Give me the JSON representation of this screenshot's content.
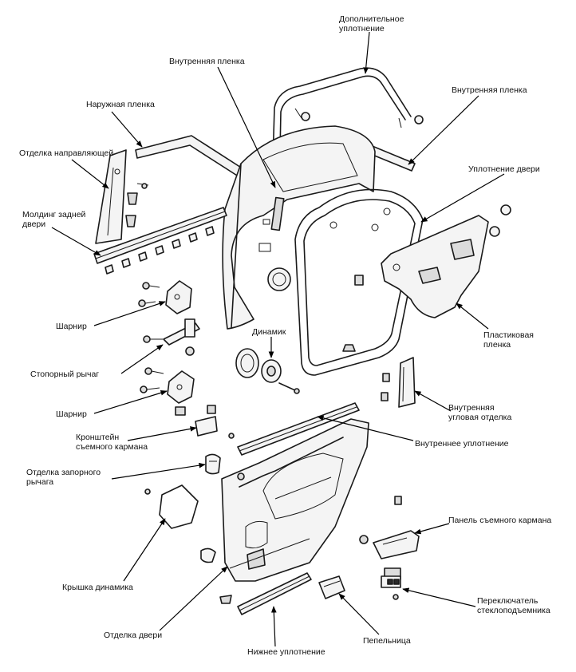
{
  "labels": {
    "additional_seal_1": "Дополнительное",
    "additional_seal_2": "уплотнение",
    "inner_film_top": "Внутренняя пленка",
    "inner_film_right": "Внутренняя пленка",
    "outer_film": "Наружная пленка",
    "guide_trim": "Отделка направляющей",
    "rear_molding_1": "Молдинг задней",
    "rear_molding_2": "двери",
    "door_seal": "Уплотнение двери",
    "hinge_upper": "Шарнир",
    "stop_lever": "Стопорный рычаг",
    "hinge_lower": "Шарнир",
    "speaker": "Динамик",
    "plastic_film_1": "Пластиковая",
    "plastic_film_2": "пленка",
    "inner_corner_trim_1": "Внутренняя",
    "inner_corner_trim_2": "угловая отделка",
    "pocket_bracket_1": "Кронштейн",
    "pocket_bracket_2": "съемного кармана",
    "inner_seal": "Внутреннее уплотнение",
    "lock_lever_trim_1": "Отделка запорного",
    "lock_lever_trim_2": "рычага",
    "speaker_cover": "Крышка динамика",
    "pocket_panel": "Панель съемного кармана",
    "window_switch_1": "Переключатель",
    "window_switch_2": "стеклоподъемника",
    "door_trim": "Отделка двери",
    "lower_seal": "Нижнее уплотнение",
    "ashtray": "Пепельница"
  }
}
